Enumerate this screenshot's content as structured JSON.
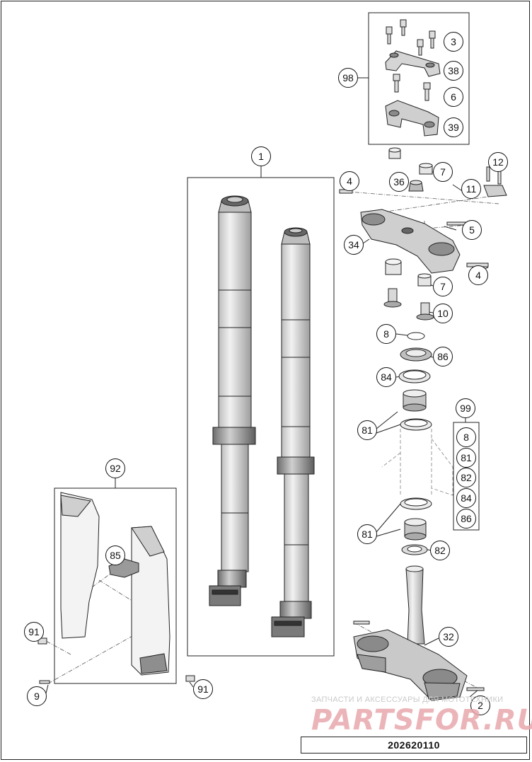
{
  "drawing_number": "202620110",
  "watermark": {
    "caption": "ЗАПЧАСТИ И АКСЕССУАРЫ ДЛЯ МОТОТЕХНИКИ",
    "brand": "PARTSFOR.RU"
  },
  "callouts": {
    "c1": "1",
    "c2": "2",
    "c3": "3",
    "c4a": "4",
    "c4b": "4",
    "c5": "5",
    "c6": "6",
    "c7a": "7",
    "c7b": "7",
    "c8a": "8",
    "c8b": "8",
    "c9": "9",
    "c10": "10",
    "c11": "11",
    "c12": "12",
    "c32": "32",
    "c34": "34",
    "c36": "36",
    "c38": "38",
    "c39": "39",
    "c81a": "81",
    "c81b": "81",
    "c81c": "81",
    "c82a": "82",
    "c82b": "82",
    "c84a": "84",
    "c84b": "84",
    "c85": "85",
    "c86a": "86",
    "c86b": "86",
    "c91a": "91",
    "c91b": "91",
    "c92": "92",
    "c98": "98",
    "c99": "99"
  },
  "colors": {
    "line": "#222222",
    "part_fill": "#d9d9d9",
    "part_dark": "#9a9a9a"
  }
}
